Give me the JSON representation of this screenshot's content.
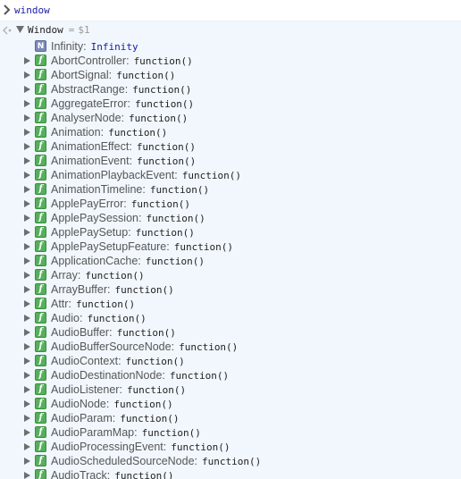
{
  "console": {
    "input": "window",
    "result": {
      "name": "Window",
      "eq": "=",
      "var": "$1"
    },
    "properties": [
      {
        "name": "Infinity",
        "value": "Infinity",
        "badge": "N",
        "kind": "number"
      },
      {
        "name": "AbortController",
        "value": "function()",
        "badge": "f",
        "kind": "function"
      },
      {
        "name": "AbortSignal",
        "value": "function()",
        "badge": "f",
        "kind": "function"
      },
      {
        "name": "AbstractRange",
        "value": "function()",
        "badge": "f",
        "kind": "function"
      },
      {
        "name": "AggregateError",
        "value": "function()",
        "badge": "f",
        "kind": "function"
      },
      {
        "name": "AnalyserNode",
        "value": "function()",
        "badge": "f",
        "kind": "function"
      },
      {
        "name": "Animation",
        "value": "function()",
        "badge": "f",
        "kind": "function"
      },
      {
        "name": "AnimationEffect",
        "value": "function()",
        "badge": "f",
        "kind": "function"
      },
      {
        "name": "AnimationEvent",
        "value": "function()",
        "badge": "f",
        "kind": "function"
      },
      {
        "name": "AnimationPlaybackEvent",
        "value": "function()",
        "badge": "f",
        "kind": "function"
      },
      {
        "name": "AnimationTimeline",
        "value": "function()",
        "badge": "f",
        "kind": "function"
      },
      {
        "name": "ApplePayError",
        "value": "function()",
        "badge": "f",
        "kind": "function"
      },
      {
        "name": "ApplePaySession",
        "value": "function()",
        "badge": "f",
        "kind": "function"
      },
      {
        "name": "ApplePaySetup",
        "value": "function()",
        "badge": "f",
        "kind": "function"
      },
      {
        "name": "ApplePaySetupFeature",
        "value": "function()",
        "badge": "f",
        "kind": "function"
      },
      {
        "name": "ApplicationCache",
        "value": "function()",
        "badge": "f",
        "kind": "function"
      },
      {
        "name": "Array",
        "value": "function()",
        "badge": "f",
        "kind": "function"
      },
      {
        "name": "ArrayBuffer",
        "value": "function()",
        "badge": "f",
        "kind": "function"
      },
      {
        "name": "Attr",
        "value": "function()",
        "badge": "f",
        "kind": "function"
      },
      {
        "name": "Audio",
        "value": "function()",
        "badge": "f",
        "kind": "function"
      },
      {
        "name": "AudioBuffer",
        "value": "function()",
        "badge": "f",
        "kind": "function"
      },
      {
        "name": "AudioBufferSourceNode",
        "value": "function()",
        "badge": "f",
        "kind": "function"
      },
      {
        "name": "AudioContext",
        "value": "function()",
        "badge": "f",
        "kind": "function"
      },
      {
        "name": "AudioDestinationNode",
        "value": "function()",
        "badge": "f",
        "kind": "function"
      },
      {
        "name": "AudioListener",
        "value": "function()",
        "badge": "f",
        "kind": "function"
      },
      {
        "name": "AudioNode",
        "value": "function()",
        "badge": "f",
        "kind": "function"
      },
      {
        "name": "AudioParam",
        "value": "function()",
        "badge": "f",
        "kind": "function"
      },
      {
        "name": "AudioParamMap",
        "value": "function()",
        "badge": "f",
        "kind": "function"
      },
      {
        "name": "AudioProcessingEvent",
        "value": "function()",
        "badge": "f",
        "kind": "function"
      },
      {
        "name": "AudioScheduledSourceNode",
        "value": "function()",
        "badge": "f",
        "kind": "function"
      },
      {
        "name": "AudioTrack",
        "value": "function()",
        "badge": "f",
        "kind": "function"
      }
    ],
    "colors": {
      "output_background": "#f1f7fd",
      "function_badge": "#54b05a",
      "number_badge": "#7b8ab8",
      "number_value": "#1a1aa6"
    },
    "icons": {
      "prompt": "chevron-right-icon",
      "result": "result-arrow-icon",
      "expand": "triangle-right-icon",
      "expanded": "triangle-down-icon"
    }
  }
}
